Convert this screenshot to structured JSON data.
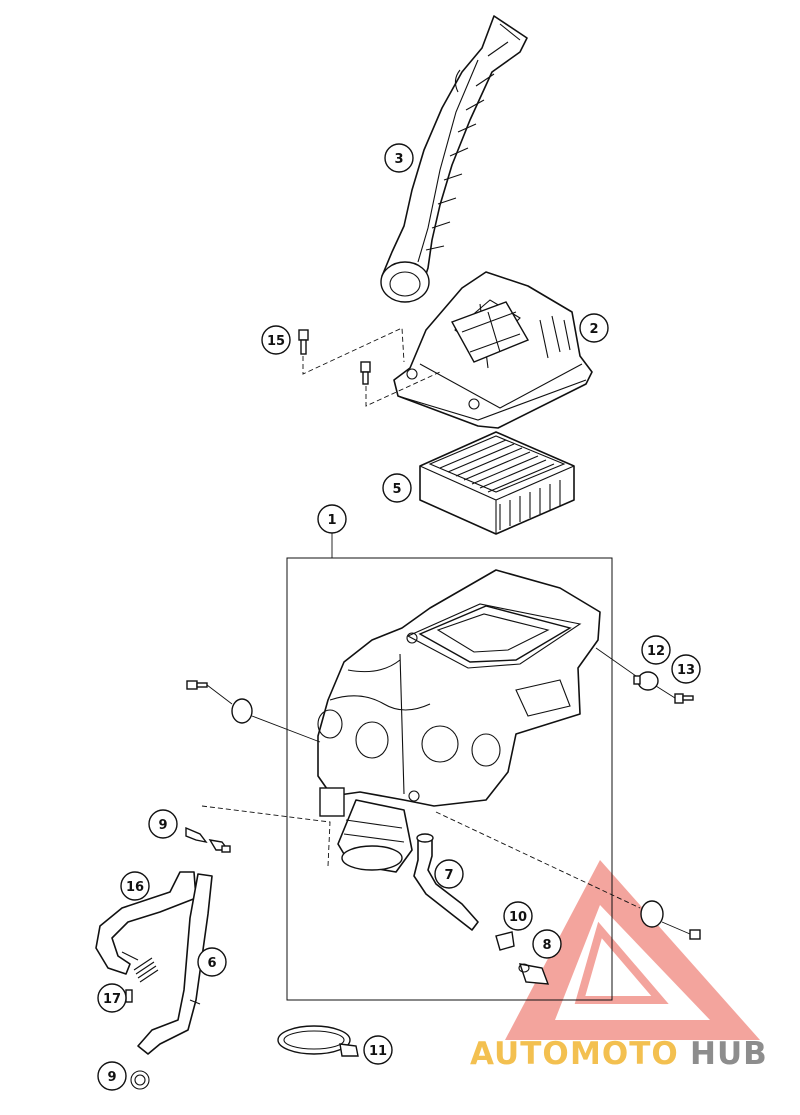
{
  "callouts": [
    {
      "id": "c3",
      "label": "3"
    },
    {
      "id": "c2",
      "label": "2"
    },
    {
      "id": "c15",
      "label": "15"
    },
    {
      "id": "c5",
      "label": "5"
    },
    {
      "id": "c1",
      "label": "1"
    },
    {
      "id": "c12",
      "label": "12"
    },
    {
      "id": "c13",
      "label": "13"
    },
    {
      "id": "c9a",
      "label": "9"
    },
    {
      "id": "c16",
      "label": "16"
    },
    {
      "id": "c6",
      "label": "6"
    },
    {
      "id": "c17",
      "label": "17"
    },
    {
      "id": "c9b",
      "label": "9"
    },
    {
      "id": "c7",
      "label": "7"
    },
    {
      "id": "c10",
      "label": "10"
    },
    {
      "id": "c8",
      "label": "8"
    },
    {
      "id": "c11",
      "label": "11"
    }
  ],
  "watermark": {
    "word_1": "AUTO",
    "word_2": "MOTO",
    "word_3": "HUB",
    "colors": {
      "red": "#e84c3d",
      "gold": "#f2b632",
      "gray": "#7a7a7a"
    }
  }
}
